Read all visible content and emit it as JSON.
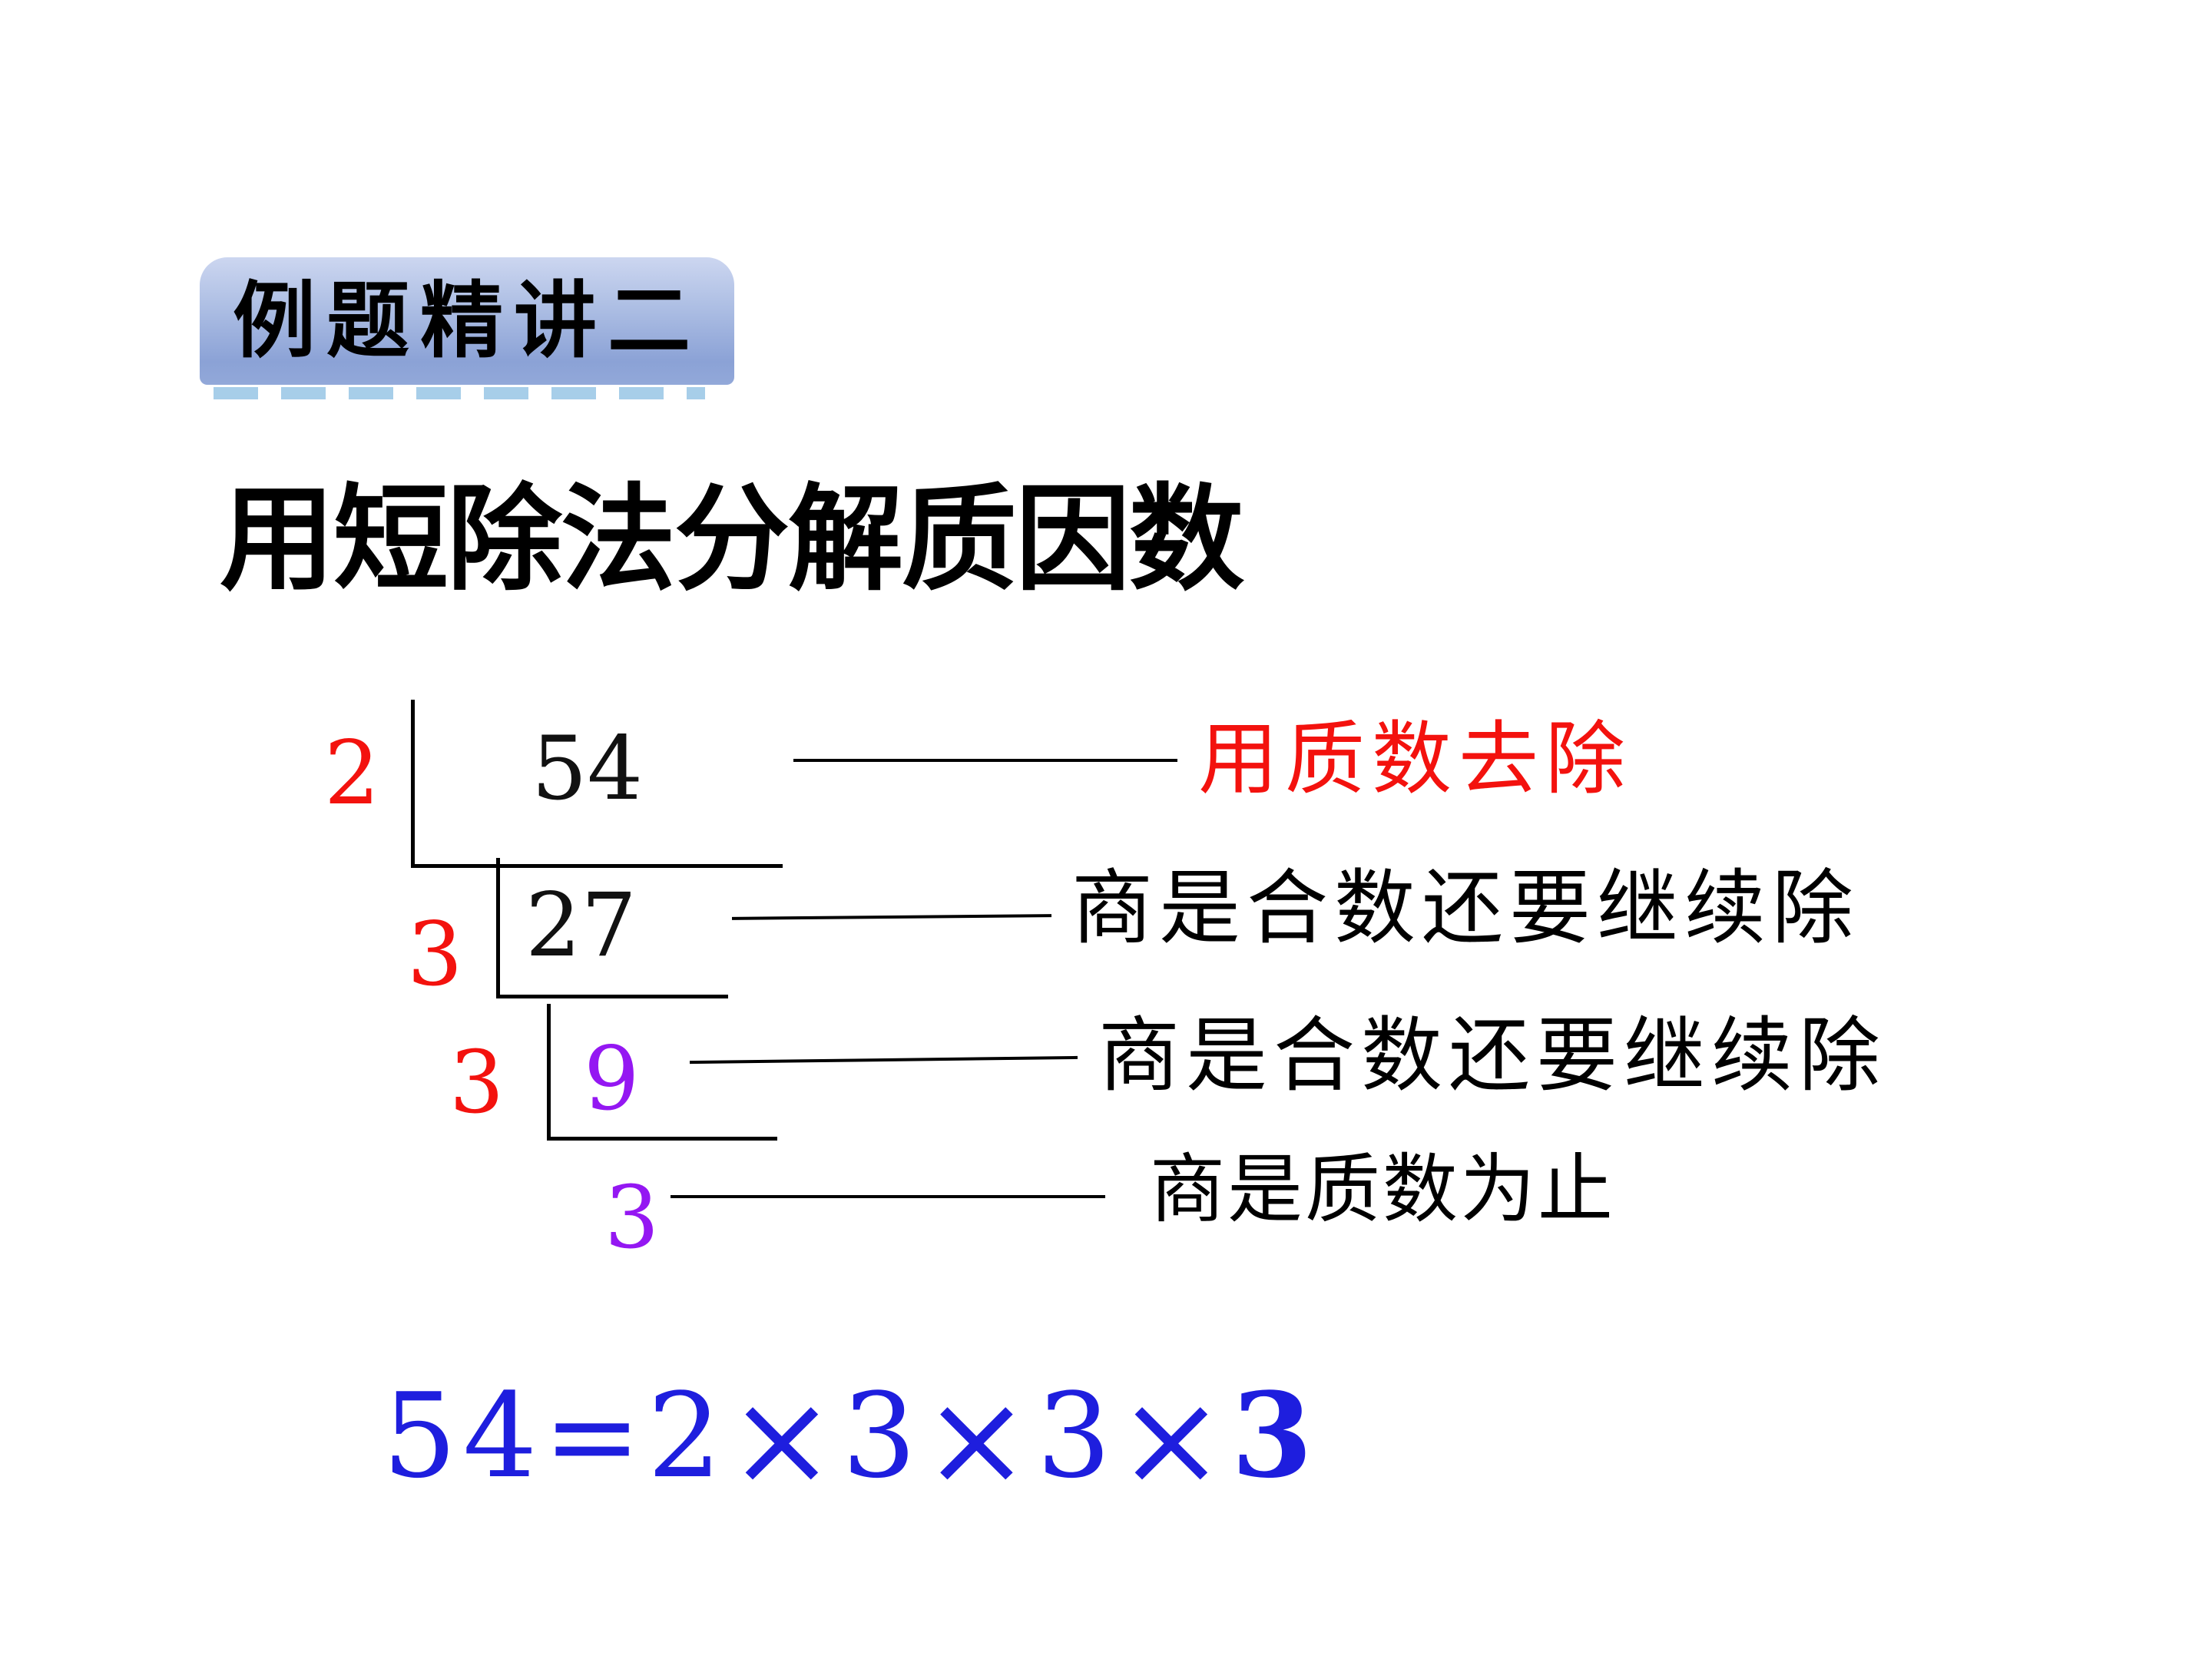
{
  "slide": {
    "badge_label": "例题精讲二",
    "title": "用短除法分解质因数"
  },
  "division": {
    "step1": {
      "divisor": "2",
      "dividend": "54",
      "note": "用质数去除"
    },
    "step2": {
      "divisor": "3",
      "dividend": "27",
      "note": "商是合数还要继续除"
    },
    "step3": {
      "divisor": "3",
      "dividend": "9",
      "note": "商是合数还要继续除"
    },
    "result": {
      "quotient": "3",
      "note": "商是质数为止"
    }
  },
  "equation": {
    "parts": [
      "54",
      "=",
      "2",
      "×",
      "3",
      "×",
      "3",
      "×",
      "3"
    ]
  },
  "colors": {
    "divisor_red": "#f3120e",
    "quotient_purple": "#9417f2",
    "note_red": "#f3120e",
    "equation_blue": "#1e1ede",
    "badge_top": "#ccd6f0",
    "badge_bottom": "#8ba2d6",
    "dash_blue": "#a7cee9"
  }
}
